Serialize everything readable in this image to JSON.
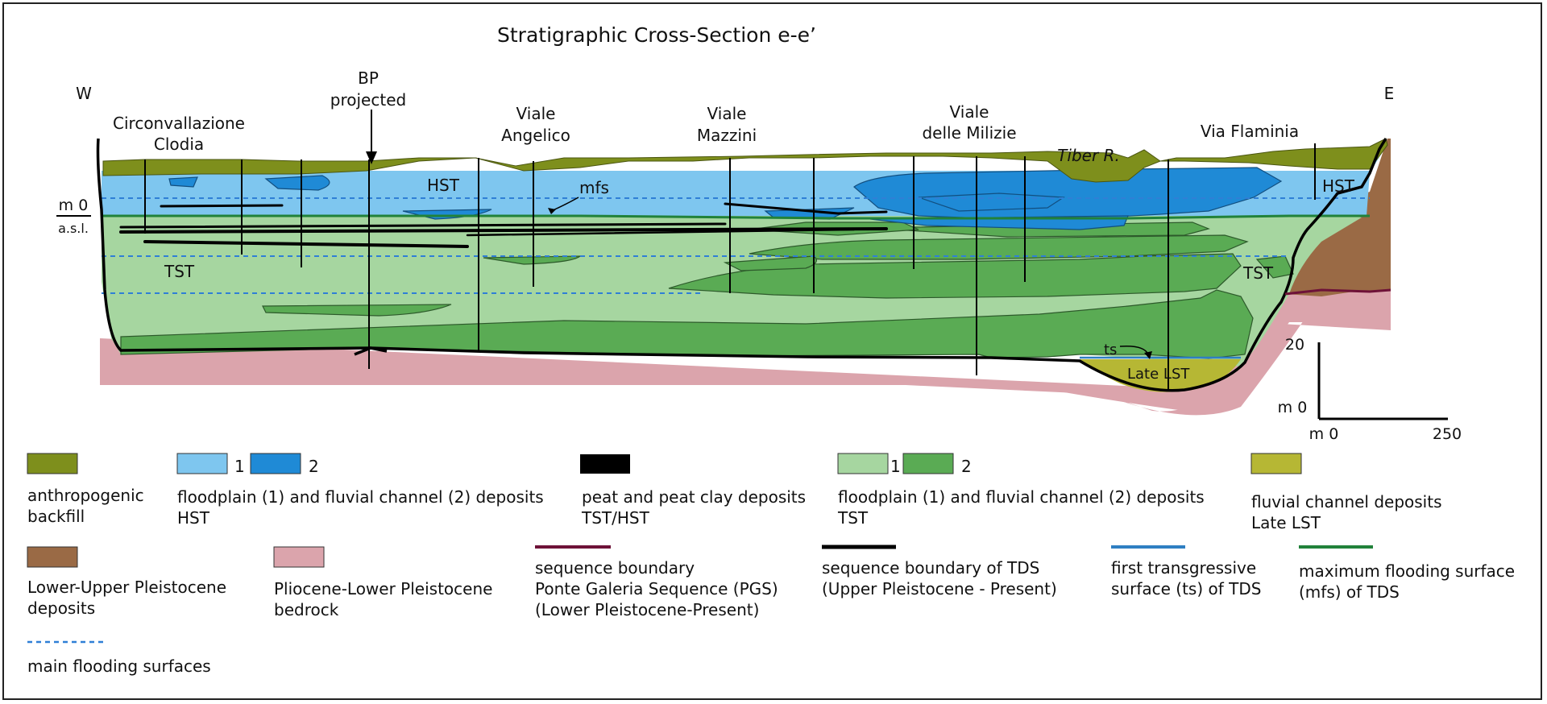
{
  "title": "Stratigraphic Cross-Section e-e’",
  "compass": {
    "west": "W",
    "east": "E"
  },
  "locations": {
    "clodia_1": "Circonvallazione",
    "clodia_2": "Clodia",
    "bp_1": "BP",
    "bp_2": "projected",
    "angelico_1": "Viale",
    "angelico_2": "Angelico",
    "mazzini_1": "Viale",
    "mazzini_2": "Mazzini",
    "milizie_1": "Viale",
    "milizie_2": "delle Milizie",
    "tiber": "Tiber R.",
    "flaminia": "Via Flaminia"
  },
  "datum": {
    "line1": "m 0",
    "line2": "a.s.l."
  },
  "section_labels": {
    "hst_left": "HST",
    "hst_right": "HST",
    "mfs": "mfs",
    "tst_left": "TST",
    "tst_right": "TST",
    "ts": "ts",
    "late_lst": "Late  LST"
  },
  "scale_bar": {
    "vertical_top": "20",
    "vertical_bottom": "m 0",
    "horizontal_left": "m 0",
    "horizontal_right": "250"
  },
  "legend": {
    "backfill": {
      "line1": "anthropogenic",
      "line2": "backfill"
    },
    "hst_fp": {
      "num1": "1",
      "num2": "2",
      "line1": "floodplain (1) and fluvial channel (2) deposits",
      "line2": "HST"
    },
    "peat": {
      "line1": "peat and peat clay deposits",
      "line2": "TST/HST"
    },
    "tst_fp": {
      "num1": "1",
      "num2": "2",
      "line1": "floodplain (1) and fluvial channel (2) deposits",
      "line2": "TST"
    },
    "lst": {
      "line1": "fluvial channel deposits",
      "line2": "Late LST"
    },
    "pleist": {
      "line1": "Lower-Upper Pleistocene",
      "line2": "deposits"
    },
    "bedrock": {
      "line1": "Pliocene-Lower Pleistocene",
      "line2": "bedrock"
    },
    "pgs": {
      "line1": "sequence boundary",
      "line2": "Ponte Galeria Sequence (PGS)",
      "line3": "(Lower Pleistocene-Present)"
    },
    "tds_sb": {
      "line1": "sequence boundary of TDS",
      "line2": "(Upper Pleistocene - Present)"
    },
    "ts": {
      "line1": "first transgressive",
      "line2": "surface (ts) of  TDS"
    },
    "mfs": {
      "line1": "maximum flooding surface",
      "line2": "(mfs) of TDS"
    },
    "flood": {
      "line1": "main flooding surfaces"
    }
  },
  "colors": {
    "backfill": "#7e8f1c",
    "hst_floodplain": "#7ec6ef",
    "hst_channel": "#1f8ad6",
    "peat": "#000000",
    "tst_floodplain": "#a6d6a0",
    "tst_channel": "#5aab54",
    "late_lst": "#b6b734",
    "pleistocene": "#9a6a45",
    "bedrock": "#dba4ac",
    "pgs_boundary": "#6e1238",
    "tds_boundary": "#000000",
    "ts_line": "#2f7fc2",
    "mfs_line": "#21823a",
    "flooding_surface": "#2f7fd6"
  }
}
